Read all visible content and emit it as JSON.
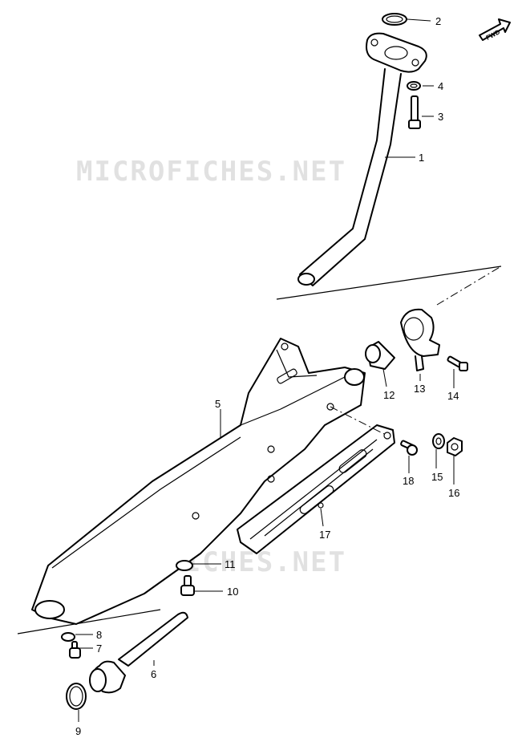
{
  "watermark": {
    "text": "MICROFICHES.NET",
    "color": "#c8c8c8"
  },
  "direction_badge": {
    "text": "FWD",
    "icon": "forward-arrow-icon"
  },
  "callouts": [
    {
      "number": "1"
    },
    {
      "number": "2"
    },
    {
      "number": "3"
    },
    {
      "number": "4"
    },
    {
      "number": "5"
    },
    {
      "number": "6"
    },
    {
      "number": "7"
    },
    {
      "number": "8"
    },
    {
      "number": "9"
    },
    {
      "number": "10"
    },
    {
      "number": "11"
    },
    {
      "number": "12"
    },
    {
      "number": "13"
    },
    {
      "number": "14"
    },
    {
      "number": "15"
    },
    {
      "number": "16"
    },
    {
      "number": "17"
    },
    {
      "number": "18"
    }
  ]
}
